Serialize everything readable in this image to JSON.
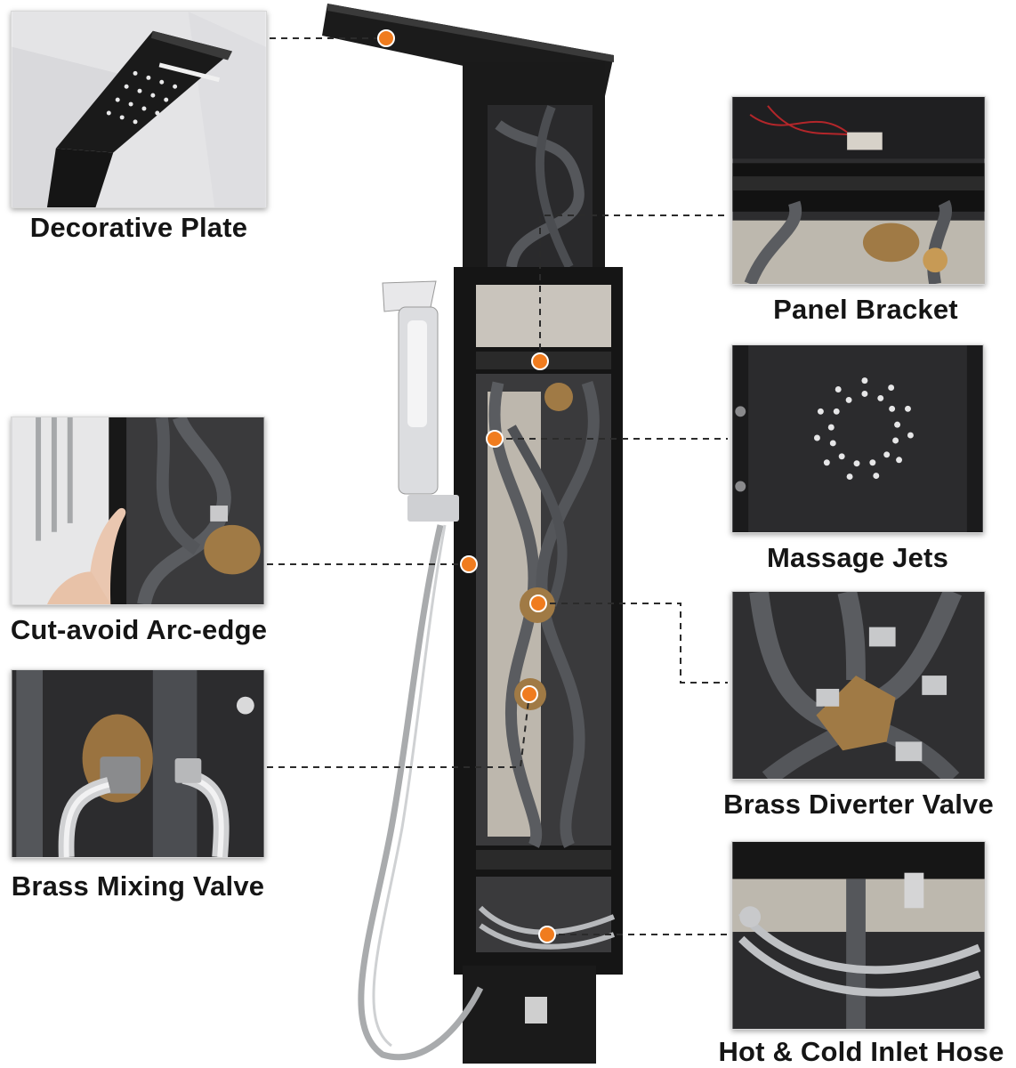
{
  "callouts": {
    "decorative_plate": "Decorative Plate",
    "panel_bracket": "Panel Bracket",
    "massage_jets": "Massage Jets",
    "cut_avoid_arc_edge": "Cut-avoid Arc-edge",
    "brass_diverter_valve": "Brass Diverter Valve",
    "brass_mixing_valve": "Brass Mixing Valve",
    "hot_cold_inlet_hose": "Hot & Cold Inlet Hose"
  },
  "colors": {
    "marker": "#f07c1f",
    "leader_line": "#2b2b2b",
    "panel_frame": "#141414",
    "brass": "#a07a45",
    "hose": "#5a5c60"
  }
}
